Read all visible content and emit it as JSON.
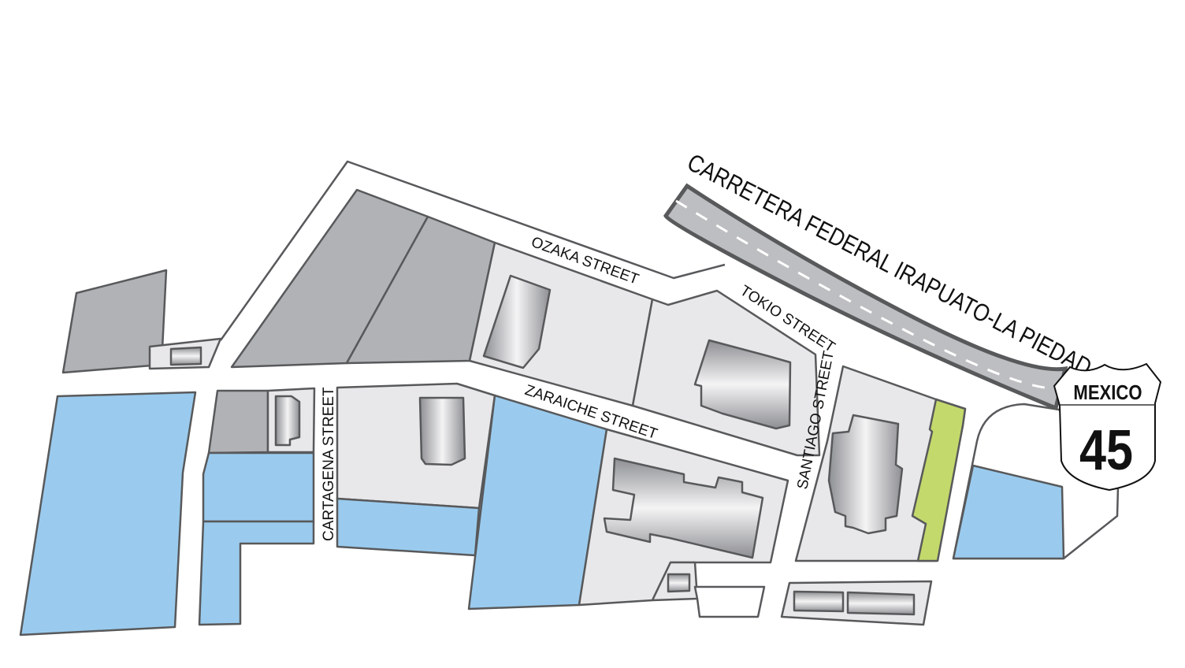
{
  "map": {
    "highway_label": "CARRETERA FEDERAL IRAPUATO-LA PIEDAD",
    "streets": {
      "ozaka": "OZAKA STREET",
      "tokio": "TOKIO STREET",
      "zaraiche": "ZARAICHE STREET",
      "santiago": "SANTIAGO STREET",
      "cartagena": "CARTAGENA STREET"
    },
    "shield": {
      "country": "MEXICO",
      "number": "45"
    },
    "colors": {
      "lot_gray": "#b1b2b6",
      "block_light": "#e8e8ea",
      "water_blue": "#9acbee",
      "green_area": "#c3d96b",
      "outline": "#58595b"
    }
  }
}
